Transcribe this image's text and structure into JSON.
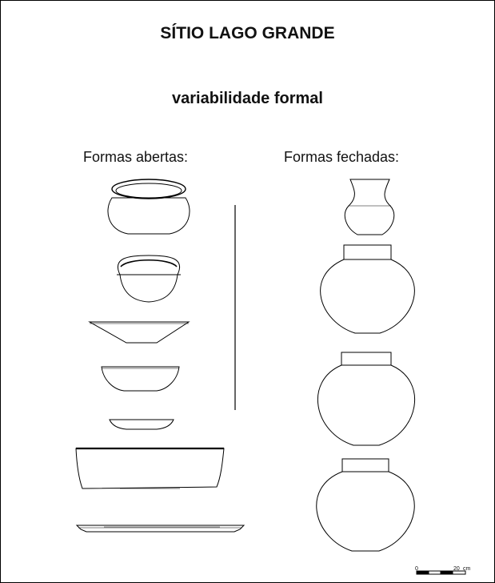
{
  "title": "SÍTIO LAGO GRANDE",
  "subtitle": "variabilidade formal",
  "headings": {
    "open": "Formas abertas:",
    "closed": "Formas fechadas:"
  },
  "scale": {
    "start": "0",
    "end": "20",
    "unit": "cm"
  }
}
